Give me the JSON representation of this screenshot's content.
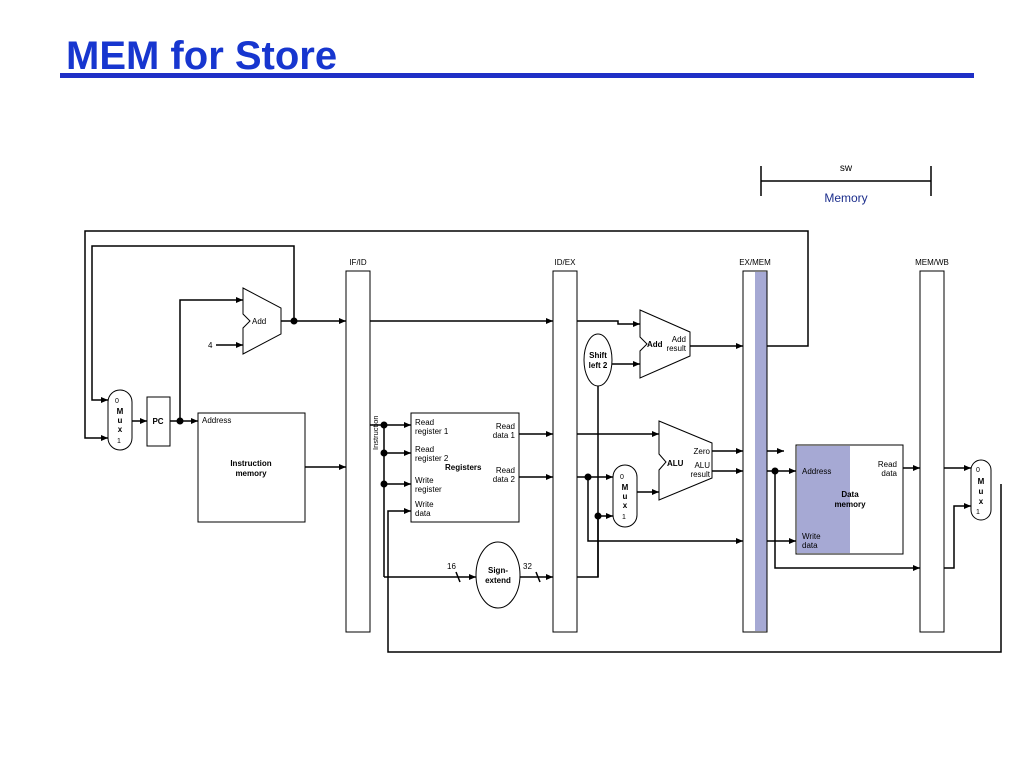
{
  "slide": {
    "title": "MEM for Store"
  },
  "stage_header": {
    "instruction": "sw",
    "stage": "Memory"
  },
  "pipeline_registers": [
    "IF/ID",
    "ID/EX",
    "EX/MEM",
    "MEM/WB"
  ],
  "components": {
    "pc": "PC",
    "pc_adder": "Add",
    "constant_four": "4",
    "instruction_memory": {
      "port": "Address",
      "title_1": "Instruction",
      "title_2": "memory"
    },
    "instruction_bus": "Instruction",
    "registers": {
      "title": "Registers",
      "read_register_1": [
        "Read",
        "register 1"
      ],
      "read_register_2": [
        "Read",
        "register 2"
      ],
      "write_register": [
        "Write",
        "register"
      ],
      "write_data": [
        "Write",
        "data"
      ],
      "read_data_1": [
        "Read",
        "data 1"
      ],
      "read_data_2": [
        "Read",
        "data 2"
      ]
    },
    "shift_left_2": [
      "Shift",
      "left 2"
    ],
    "branch_adder": {
      "name": "Add",
      "out_1": "Add",
      "out_2": "result"
    },
    "alu": {
      "name": "ALU",
      "zero": "Zero",
      "result_1": "ALU",
      "result_2": "result"
    },
    "sign_extend": {
      "line_1": "Sign-",
      "line_2": "extend",
      "in_width": "16",
      "out_width": "32"
    },
    "data_memory": {
      "address": "Address",
      "read_data": [
        "Read",
        "data"
      ],
      "write_data": [
        "Write",
        "data"
      ],
      "title": [
        "Data",
        "memory"
      ]
    },
    "mux": {
      "input_0": "0",
      "input_1": "1",
      "letters": [
        "M",
        "u",
        "x"
      ]
    }
  },
  "colors": {
    "title": "#1736cf",
    "title_rule": "#1f2fc6",
    "highlight": "#a6a9d4",
    "stage_label": "#1c2e8c"
  }
}
